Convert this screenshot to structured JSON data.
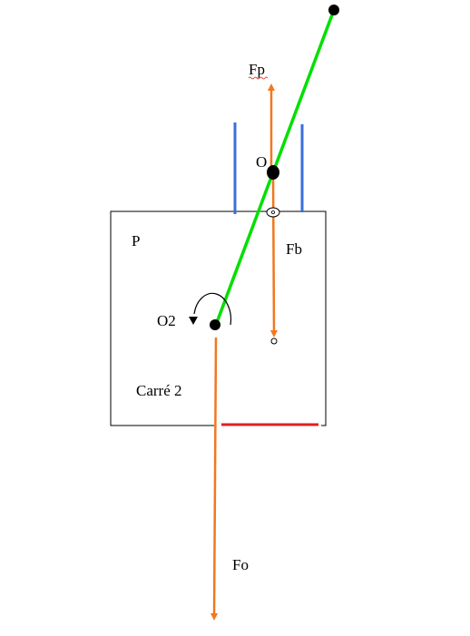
{
  "labels": {
    "fp": "Fp",
    "o": "O",
    "p": "P",
    "fb": "Fb",
    "o2": "O2",
    "carre": "Carré 2",
    "fo": "Fo"
  },
  "colors": {
    "lever": "#00e000",
    "force": "#f07820",
    "guide": "#3a6fd8",
    "base": "#e02020",
    "outline": "#000000"
  }
}
